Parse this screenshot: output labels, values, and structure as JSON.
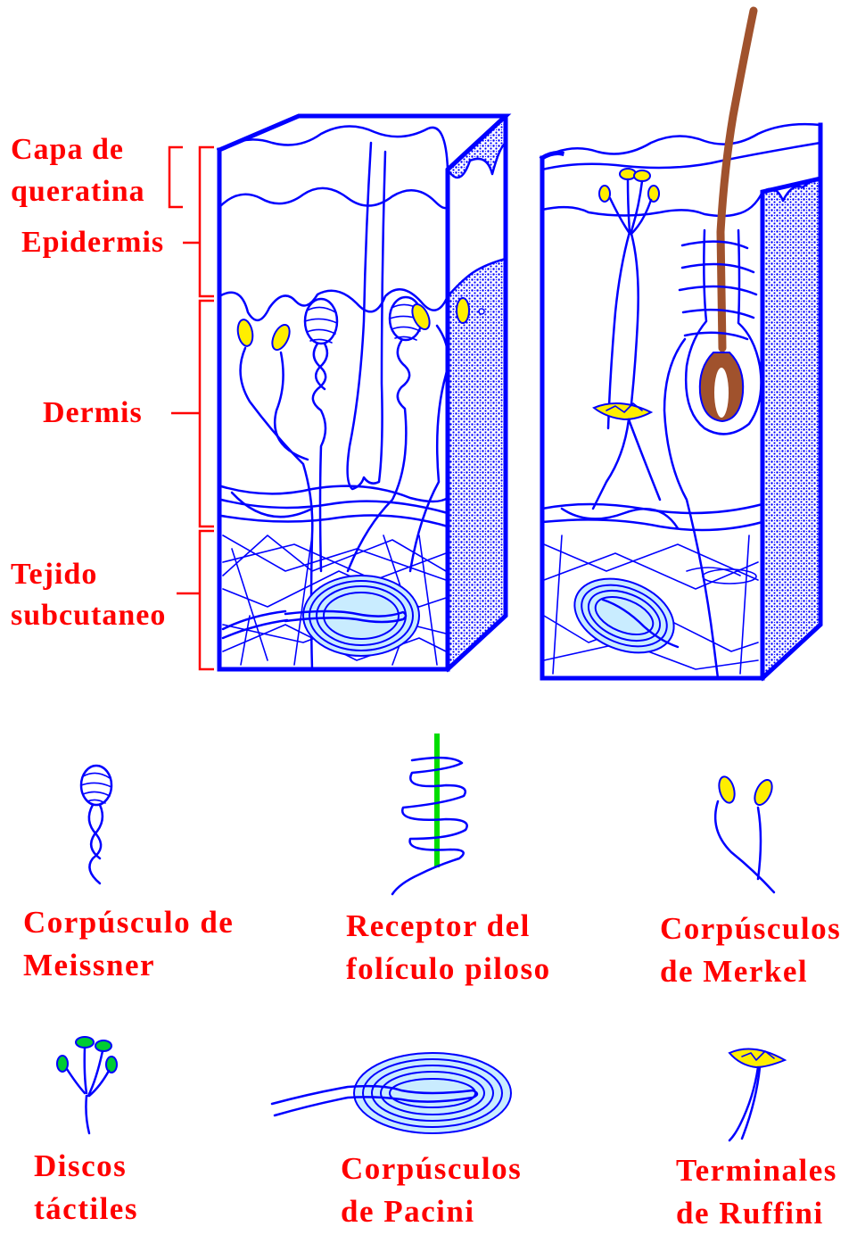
{
  "colors": {
    "label": "#ff0000",
    "nerve": "#0000ff",
    "hair": "#a0522d",
    "merkel": "#ffee00",
    "tactile_disc": "#00cc33",
    "capsule": "#c9ecff"
  },
  "layers": {
    "capa_line1": "Capa de",
    "capa_line2": "queratina",
    "epidermis": "Epidermis",
    "dermis": "Dermis",
    "tejido_line1": "Tejido",
    "tejido_line2": "subcutaneo"
  },
  "receptors": {
    "meissner": {
      "line1": "Corpúsculo de",
      "line2": "Meissner"
    },
    "folicle": {
      "line1": "Receptor del",
      "line2": "folículo piloso"
    },
    "merkel": {
      "line1": "Corpúsculos",
      "line2": "de Merkel"
    },
    "discs": {
      "line1": "Discos",
      "line2": "táctiles"
    },
    "pacini": {
      "line1": "Corpúsculos",
      "line2": "de Pacini"
    },
    "ruffini": {
      "line1": "Terminales",
      "line2": "de Ruffini"
    }
  }
}
